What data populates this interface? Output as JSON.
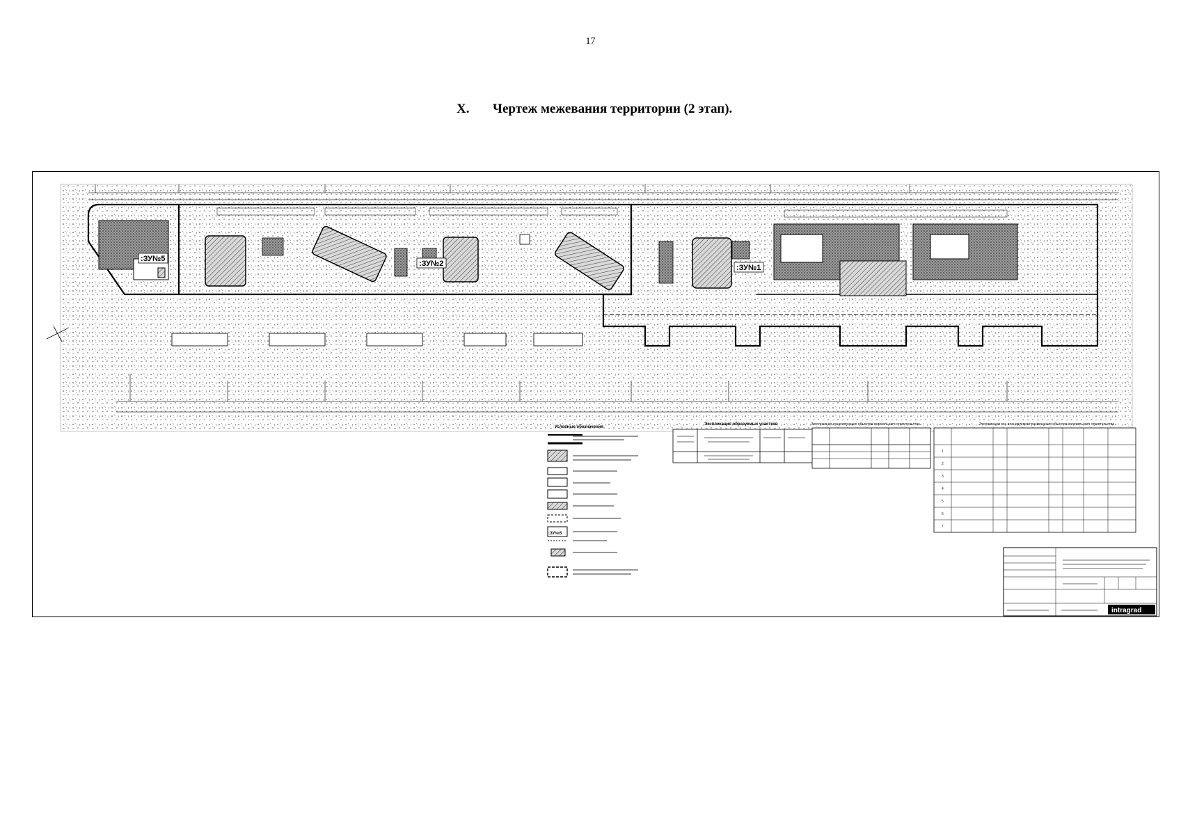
{
  "page": {
    "number": "17"
  },
  "section": {
    "num": "X.",
    "title": "Чертеж межевания территории (2 этап)."
  },
  "plan": {
    "zones": [
      ":ЗУ№5",
      ":ЗУ№2",
      ":ЗУ№1"
    ],
    "legend_label": ":ЗУ№5",
    "legend_title": "Условные обозначения",
    "table1_title": "Экспликация образуемых участков",
    "table2_title": "Экспликация существующих объектов капитального строительства",
    "table3_title": "Экспликация зон планируемого размещения объектов капитального строительства",
    "table3_rows": [
      "1",
      "2",
      "3",
      "4",
      "5",
      "6",
      "7"
    ],
    "stamp_logo": "intragrad"
  }
}
